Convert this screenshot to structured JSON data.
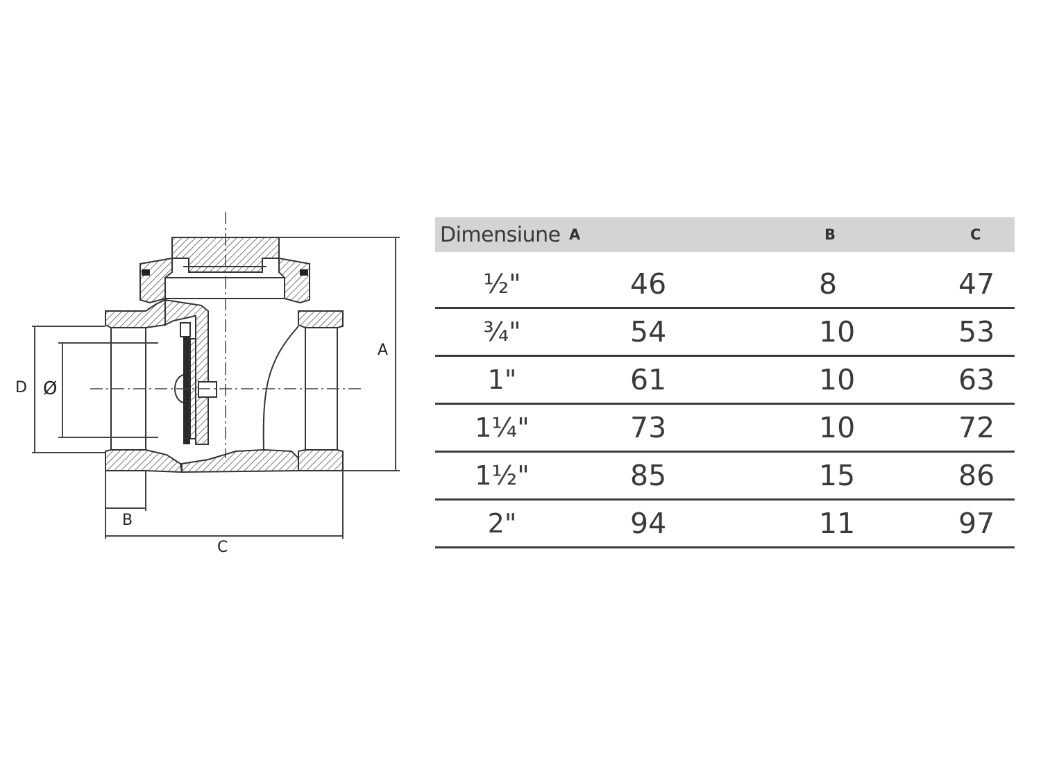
{
  "diagram": {
    "labels": {
      "a": "A",
      "b": "B",
      "c": "C",
      "d": "D",
      "phi": "Ø"
    }
  },
  "table": {
    "headers": [
      "Dimensiune",
      "A",
      "B",
      "C"
    ],
    "rows": [
      [
        "½\"",
        "46",
        "8",
        "47"
      ],
      [
        "¾\"",
        "54",
        "10",
        "53"
      ],
      [
        "1\"",
        "61",
        "10",
        "63"
      ],
      [
        "1¼\"",
        "73",
        "10",
        "72"
      ],
      [
        "1½\"",
        "85",
        "15",
        "86"
      ],
      [
        "2\"",
        "94",
        "11",
        "97"
      ]
    ]
  }
}
